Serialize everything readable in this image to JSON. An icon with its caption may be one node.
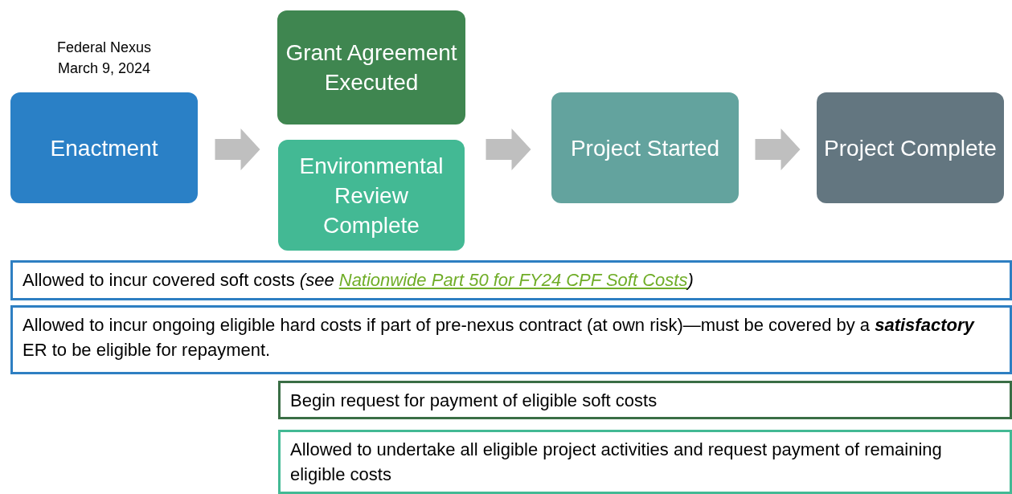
{
  "diagram": {
    "nodes": [
      {
        "text": [
          "Enactment"
        ],
        "beside": [
          "Federal Nexus March 9, 2024"
        ]
      },
      {
        "text": [
          "Grant Agreement Executed"
        ]
      },
      {
        "text": [
          "Environmental Review Complete"
        ]
      },
      {
        "text": [
          "Project Started"
        ]
      },
      {
        "text": [
          "Project Complete"
        ]
      },
      {
        "text": [
          "Allowed to incur covered soft costs *(see*",
          "Nationwide Part 50 for FY24 CPF Soft Costs",
          "*)*"
        ]
      },
      {
        "text": [
          "Allowed to incur ongoing eligible hard costs if part of pre-nexus contract (at own risk)—must be covered by a **satisfactory** ER to be eligible for repayment."
        ]
      },
      {
        "text": [
          "Begin request for payment of eligible soft costs"
        ]
      },
      {
        "text": [
          "Allowed to undertake all eligible project activities and request payment of remaining eligible costs"
        ]
      }
    ],
    "edges": [
      {
        "from": 0,
        "to": 1,
        "arrow": "to"
      },
      {
        "from": 0,
        "to": 2,
        "arrow": "to"
      },
      {
        "from": 1,
        "to": 3,
        "arrow": "to"
      },
      {
        "from": 2,
        "to": 3,
        "arrow": "to"
      },
      {
        "from": 3,
        "to": 4,
        "arrow": "to"
      }
    ]
  }
}
